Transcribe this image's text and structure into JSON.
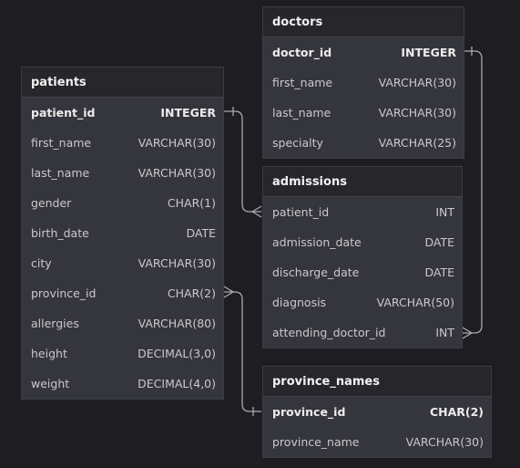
{
  "tables": {
    "doctors": {
      "name": "doctors",
      "columns": [
        {
          "name": "doctor_id",
          "type": "INTEGER",
          "pk": true
        },
        {
          "name": "first_name",
          "type": "VARCHAR(30)"
        },
        {
          "name": "last_name",
          "type": "VARCHAR(30)"
        },
        {
          "name": "specialty",
          "type": "VARCHAR(25)"
        }
      ]
    },
    "patients": {
      "name": "patients",
      "columns": [
        {
          "name": "patient_id",
          "type": "INTEGER",
          "pk": true
        },
        {
          "name": "first_name",
          "type": "VARCHAR(30)"
        },
        {
          "name": "last_name",
          "type": "VARCHAR(30)"
        },
        {
          "name": "gender",
          "type": "CHAR(1)"
        },
        {
          "name": "birth_date",
          "type": "DATE"
        },
        {
          "name": "city",
          "type": "VARCHAR(30)"
        },
        {
          "name": "province_id",
          "type": "CHAR(2)"
        },
        {
          "name": "allergies",
          "type": "VARCHAR(80)"
        },
        {
          "name": "height",
          "type": "DECIMAL(3,0)"
        },
        {
          "name": "weight",
          "type": "DECIMAL(4,0)"
        }
      ]
    },
    "admissions": {
      "name": "admissions",
      "columns": [
        {
          "name": "patient_id",
          "type": "INT"
        },
        {
          "name": "admission_date",
          "type": "DATE"
        },
        {
          "name": "discharge_date",
          "type": "DATE"
        },
        {
          "name": "diagnosis",
          "type": "VARCHAR(50)"
        },
        {
          "name": "attending_doctor_id",
          "type": "INT"
        }
      ]
    },
    "province_names": {
      "name": "province_names",
      "columns": [
        {
          "name": "province_id",
          "type": "CHAR(2)",
          "pk": true
        },
        {
          "name": "province_name",
          "type": "VARCHAR(30)"
        }
      ]
    }
  },
  "relationships": [
    {
      "from": "patients.patient_id",
      "to": "admissions.patient_id",
      "from_end": "one",
      "to_end": "many"
    },
    {
      "from": "doctors.doctor_id",
      "to": "admissions.attending_doctor_id",
      "from_end": "one",
      "to_end": "many"
    },
    {
      "from": "patients.province_id",
      "to": "province_names.province_id",
      "from_end": "many",
      "to_end": "one"
    }
  ],
  "colors": {
    "background": "#1e1e22",
    "table_body": "#35353d",
    "table_header": "#26262b",
    "connector": "#a9a9ae"
  }
}
